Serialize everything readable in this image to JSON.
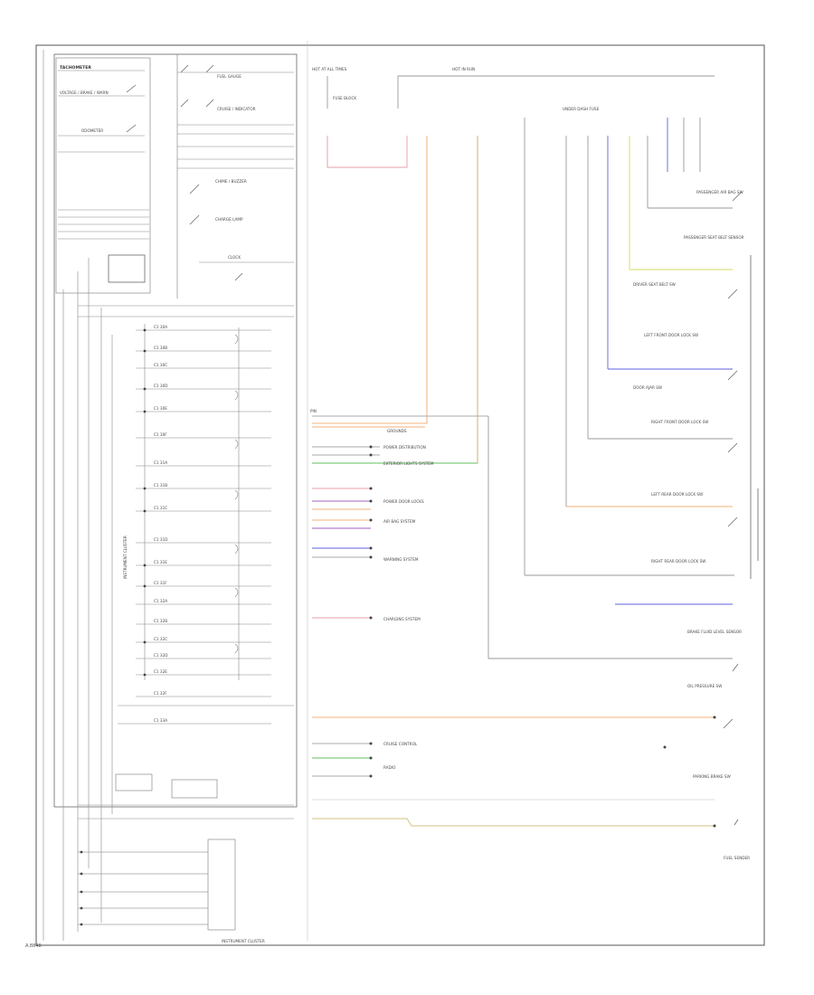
{
  "diagram": {
    "frame_id": "A.8848",
    "bottom_label": "INSTRUMENT CLUSTER",
    "left_group_label": "INSTRUMENT CLUSTER",
    "pin_header": "PIN",
    "left_items": [
      "TACHOMETER",
      "VOLTAGE / BRAKE / WARN",
      "ODOMETER",
      "FUEL GAUGE",
      "CRUISE / INDICATOR",
      "CHIME / BUZZER",
      "CHARGE LAMP",
      "CLOCK"
    ],
    "pin_labels": [
      "C1 30A",
      "C1 30B",
      "C1 30C",
      "C1 30D",
      "C1 30E",
      "C1 30F",
      "C1 31A",
      "C1 31B",
      "C1 31C",
      "C1 31D",
      "C1 31E",
      "C1 31F",
      "C1 32A",
      "C1 32B",
      "C1 32C",
      "C1 32D",
      "C1 32E",
      "C1 32F",
      "C1 33A"
    ],
    "mid_labels": [
      "GROUNDS",
      "POWER DISTRIBUTION",
      "EXTERIOR LIGHTS SYSTEM",
      "POWER DOOR LOCKS",
      "AIR BAG SYSTEM",
      "CHARGING SYSTEM",
      "CRUISE CONTROL",
      "RADIO",
      "WARNING SYSTEM"
    ],
    "right_labels": [
      "PASSENGER AIR BAG SW",
      "DRIVER SEAT BELT SW",
      "PASSENGER SEAT BELT SENSOR",
      "DOOR AJAR SW",
      "LEFT FRONT DOOR LOCK SW",
      "RIGHT FRONT DOOR LOCK SW",
      "LEFT REAR DOOR LOCK SW",
      "RIGHT REAR DOOR LOCK SW",
      "BRAKE FLUID LEVEL SENSOR",
      "OIL PRESSURE SW",
      "PARKING BRAKE SW",
      "FUEL SENDER"
    ],
    "top_labels": [
      "HOT AT ALL TIMES",
      "HOT IN RUN",
      "FUSE BLOCK",
      "UNDER DASH FUSE"
    ],
    "wire_colors": {
      "pink": "#e8a0a8",
      "orange": "#f0b078",
      "tan": "#d2b070",
      "yellow": "#d8d860",
      "blue": "#6060e0",
      "purple": "#a060c0",
      "green": "#60c060",
      "gray": "#9a9a9a"
    }
  }
}
